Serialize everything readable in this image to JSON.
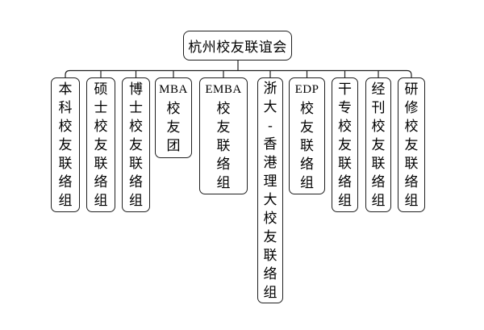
{
  "diagram": {
    "type": "org-chart",
    "root": {
      "label": "杭州校友联谊会"
    },
    "children": [
      {
        "label": "本科校友联络组",
        "lines": [
          "本",
          "科",
          "校",
          "友",
          "联",
          "络",
          "组"
        ]
      },
      {
        "label": "硕士校友联络组",
        "lines": [
          "硕",
          "士",
          "校",
          "友",
          "联",
          "络",
          "组"
        ]
      },
      {
        "label": "博士校友联络组",
        "lines": [
          "博",
          "士",
          "校",
          "友",
          "联",
          "络",
          "组"
        ]
      },
      {
        "label": "MBA校友团",
        "lines": [
          "MBA",
          "校",
          "友",
          "团"
        ]
      },
      {
        "label": "EMBA校友联络组",
        "lines": [
          "EMBA",
          "校",
          "友",
          "联",
          "络",
          "组"
        ]
      },
      {
        "label": "浙大-香港理大校友联络组",
        "lines": [
          "浙",
          "大",
          "-",
          "香",
          "港",
          "理",
          "大",
          "校",
          "友",
          "联",
          "络",
          "组"
        ]
      },
      {
        "label": "EDP校友联络组",
        "lines": [
          "EDP",
          "校",
          "友",
          "联",
          "络",
          "组"
        ]
      },
      {
        "label": "干专校友联络组",
        "lines": [
          "干",
          "专",
          "校",
          "友",
          "联",
          "络",
          "组"
        ]
      },
      {
        "label": "经刊校友联络组",
        "lines": [
          "经",
          "刊",
          "校",
          "友",
          "联",
          "络",
          "组"
        ]
      },
      {
        "label": "研修校友联络组",
        "lines": [
          "研",
          "修",
          "校",
          "友",
          "联",
          "络",
          "组"
        ]
      }
    ]
  },
  "colors": {
    "line": "#1f1f1f",
    "background": "#ffffff",
    "text": "#000000"
  }
}
